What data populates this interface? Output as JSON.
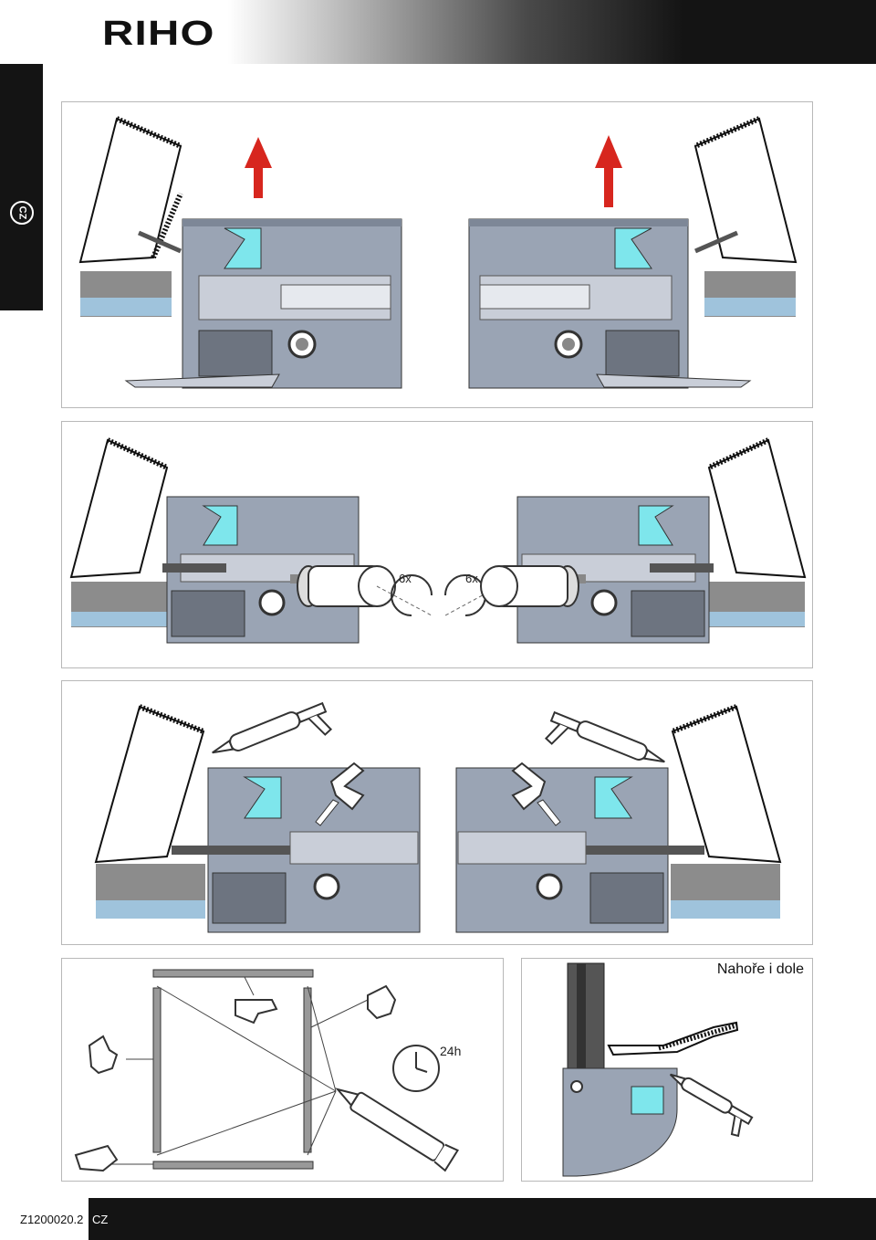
{
  "header": {
    "brand": "RIHO"
  },
  "language_tab": {
    "code": "CZ"
  },
  "step2": {
    "turns_left": "6x",
    "turns_right": "6x"
  },
  "step4": {
    "drying_time": "24h"
  },
  "step5": {
    "position_note": "Nahoře i dole"
  },
  "footer": {
    "document_code": "Z1200020.2",
    "language": "CZ"
  },
  "colors": {
    "arrow_red": "#d7261e",
    "profile_gray": "#9aa4b4",
    "light_gray": "#c9ced8",
    "glass_blue": "#9fc3dc",
    "seal_cyan": "#7ee6ec",
    "dark": "#141414"
  },
  "icons": [
    "arrow-up-icon",
    "rotate-icon",
    "sealant-gun-icon",
    "clock-icon",
    "glue-tube-icon",
    "seal-profile-icon"
  ]
}
